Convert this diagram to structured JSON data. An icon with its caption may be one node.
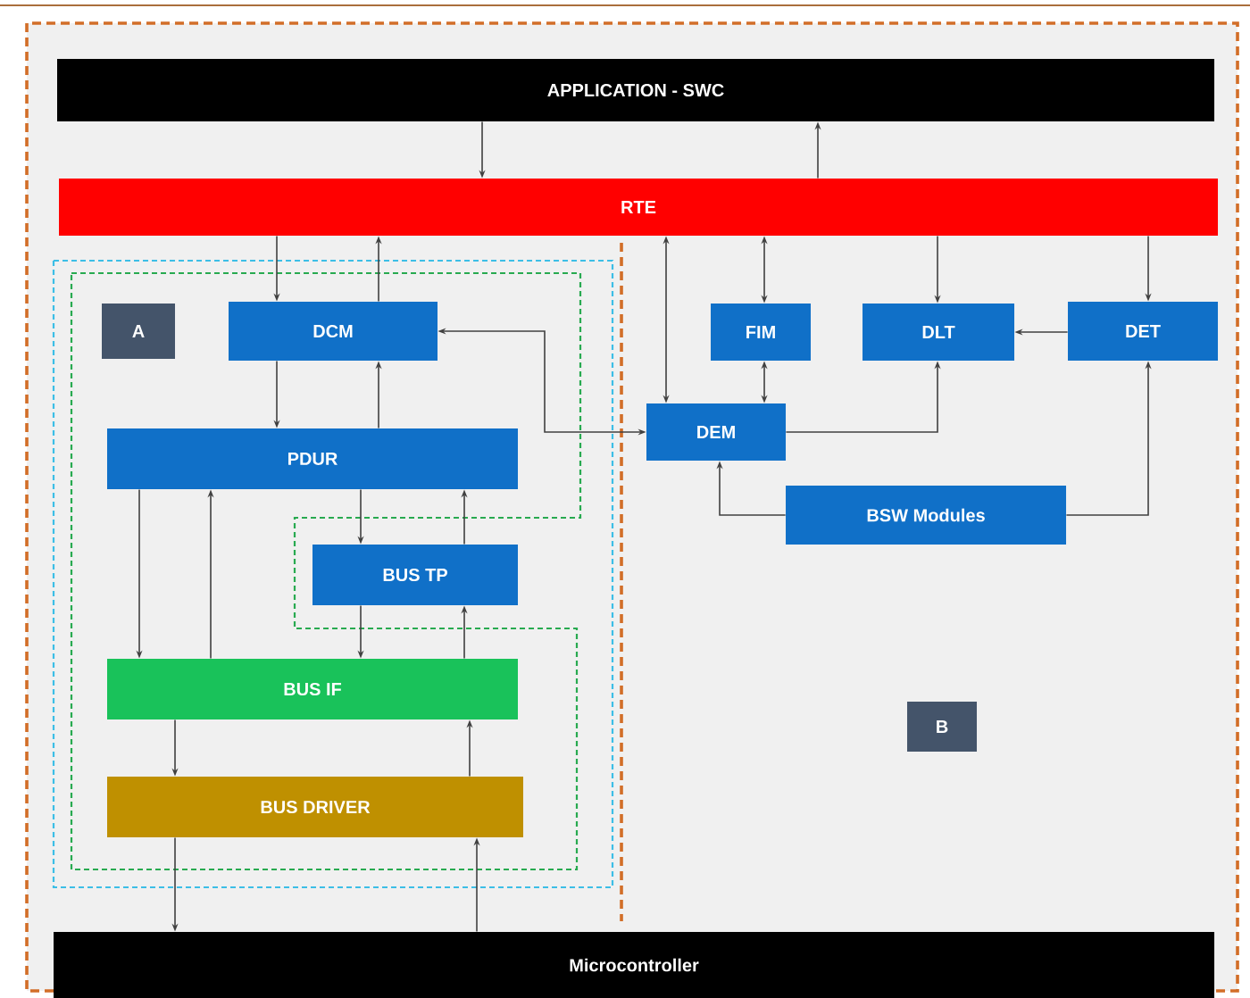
{
  "diagram": {
    "nodes": [
      {
        "text": [
          "APPLICATION - SWC"
        ]
      },
      {
        "text": [
          "RTE"
        ]
      },
      {
        "text": [
          "A"
        ]
      },
      {
        "text": [
          "DCM"
        ]
      },
      {
        "text": [
          "FIM"
        ]
      },
      {
        "text": [
          "DLT"
        ]
      },
      {
        "text": [
          "DET"
        ]
      },
      {
        "text": [
          "DEM"
        ]
      },
      {
        "text": [
          "PDUR"
        ]
      },
      {
        "text": [
          "BSW Modules"
        ]
      },
      {
        "text": [
          "BUS TP"
        ]
      },
      {
        "text": [
          "BUS IF"
        ]
      },
      {
        "text": [
          "B"
        ]
      },
      {
        "text": [
          "BUS DRIVER"
        ]
      },
      {
        "text": [
          "Microcontroller"
        ]
      }
    ],
    "edges": [
      {
        "from": 0,
        "to": 1,
        "arrow": "to"
      },
      {
        "from": 1,
        "to": 0,
        "arrow": "to"
      },
      {
        "from": 1,
        "to": 3,
        "arrow": "to"
      },
      {
        "from": 3,
        "to": 1,
        "arrow": "to"
      },
      {
        "from": 1,
        "to": 7,
        "arrow": "both"
      },
      {
        "from": 1,
        "to": 4,
        "arrow": "both"
      },
      {
        "from": 1,
        "to": 5,
        "arrow": "to"
      },
      {
        "from": 1,
        "to": 6,
        "arrow": "to"
      },
      {
        "from": 3,
        "to": 7,
        "arrow": "both"
      },
      {
        "from": 4,
        "to": 7,
        "arrow": "both"
      },
      {
        "from": 7,
        "to": 5,
        "arrow": "to"
      },
      {
        "from": 6,
        "to": 5,
        "arrow": "to"
      },
      {
        "from": 9,
        "to": 7,
        "arrow": "to"
      },
      {
        "from": 9,
        "to": 6,
        "arrow": "to"
      },
      {
        "from": 3,
        "to": 8,
        "arrow": "to"
      },
      {
        "from": 8,
        "to": 3,
        "arrow": "to"
      },
      {
        "from": 8,
        "to": 11,
        "arrow": "to"
      },
      {
        "from": 11,
        "to": 8,
        "arrow": "to"
      },
      {
        "from": 8,
        "to": 10,
        "arrow": "to"
      },
      {
        "from": 10,
        "to": 8,
        "arrow": "to"
      },
      {
        "from": 10,
        "to": 11,
        "arrow": "to"
      },
      {
        "from": 11,
        "to": 10,
        "arrow": "to"
      },
      {
        "from": 11,
        "to": 13,
        "arrow": "to"
      },
      {
        "from": 13,
        "to": 11,
        "arrow": "to"
      },
      {
        "from": 13,
        "to": 14,
        "arrow": "to"
      },
      {
        "from": 14,
        "to": 13,
        "arrow": "to"
      }
    ]
  }
}
